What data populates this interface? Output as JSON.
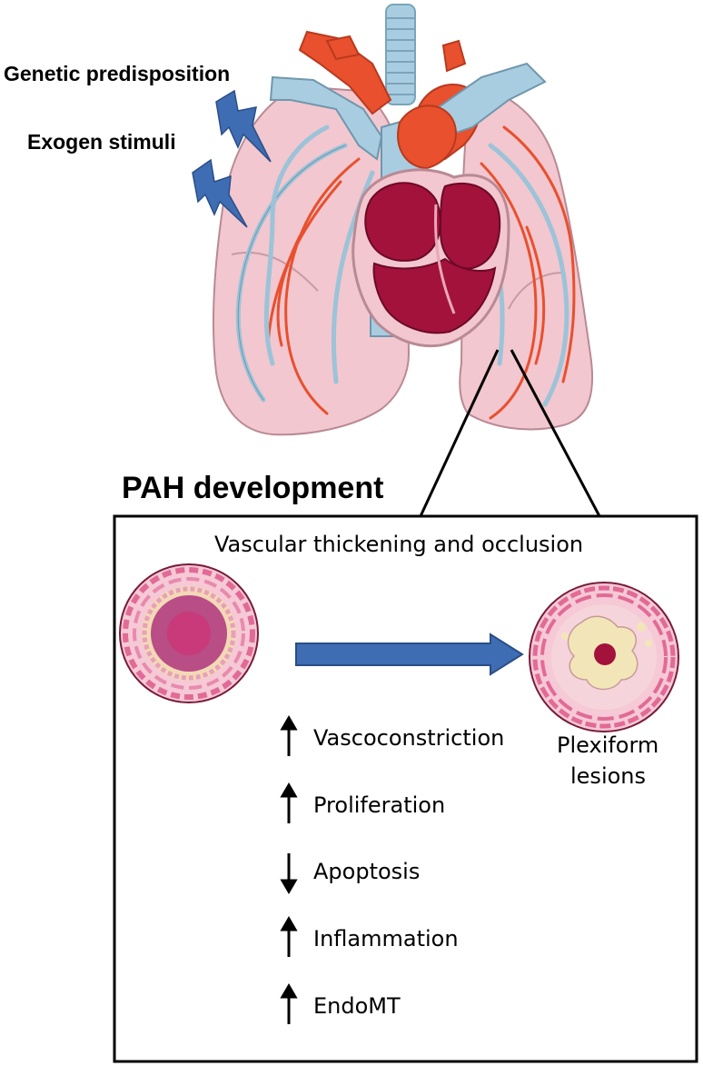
{
  "labels": {
    "genetic": "Genetic predisposition",
    "exogen": "Exogen stimuli",
    "pah": "PAH development",
    "vascular": "Vascular thickening and occlusion",
    "plexiform_line1": "Plexiform",
    "plexiform_line2": "lesions"
  },
  "effects": [
    {
      "label": "Vascoconstriction",
      "direction": "up"
    },
    {
      "label": "Proliferation",
      "direction": "up"
    },
    {
      "label": "Apoptosis",
      "direction": "down"
    },
    {
      "label": "Inflammation",
      "direction": "up"
    },
    {
      "label": "EndoMT",
      "direction": "up"
    }
  ],
  "colors": {
    "lung": "#f2c7cf",
    "heart": "#a3123a",
    "artery": "#e8502e",
    "vein": "#9cc3d8",
    "vessel_wall": "#e26a97",
    "arrow": "#3f6db3",
    "bolt": "#3f6db3"
  }
}
